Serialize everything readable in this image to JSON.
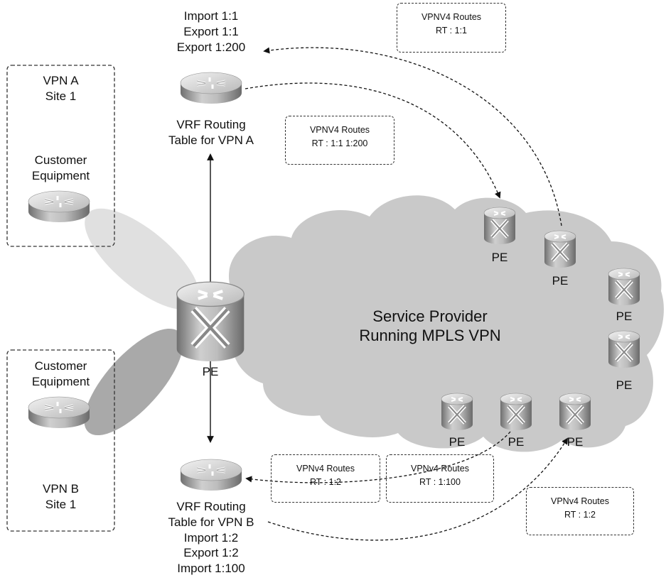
{
  "cloud": {
    "line1": "Service Provider",
    "line2": "Running MPLS VPN"
  },
  "sites": {
    "vpn_a": {
      "line1": "VPN A",
      "line2": "Site 1",
      "ce_line1": "Customer",
      "ce_line2": "Equipment"
    },
    "vpn_b": {
      "ce_line1": "Customer",
      "ce_line2": "Equipment",
      "line1": "VPN B",
      "line2": "Site 1"
    }
  },
  "vrf_a": {
    "policy": [
      "Import 1:1",
      "Export 1:1",
      "Export 1:200"
    ],
    "title_line1": "VRF Routing",
    "title_line2": "Table for VPN A"
  },
  "vrf_b": {
    "title_line1": "VRF Routing",
    "title_line2": "Table for VPN B",
    "policy": [
      "Import 1:2",
      "Export 1:2",
      "Import 1:100"
    ]
  },
  "pe_label": "PE",
  "route_boxes": {
    "top_right": {
      "title": "VPNV4 Routes",
      "rt": "RT : 1:1"
    },
    "center": {
      "title": "VPNV4 Routes",
      "rt": "RT : 1:1  1:200"
    },
    "bottom_left": {
      "title": "VPNv4 Routes",
      "rt": "RT : 1:2"
    },
    "bottom_mid": {
      "title": "VPNv4 Routes",
      "rt": "RT : 1:100"
    },
    "bottom_right": {
      "title": "VPNv4 Routes",
      "rt": "RT : 1:2"
    }
  },
  "colors": {
    "cloud": "#c9c9c9",
    "ellipse_light": "#e0e0e0",
    "ellipse_dark": "#a9a9a9",
    "router_body": "#9a9a9a",
    "router_top": "#d6d6d6"
  }
}
